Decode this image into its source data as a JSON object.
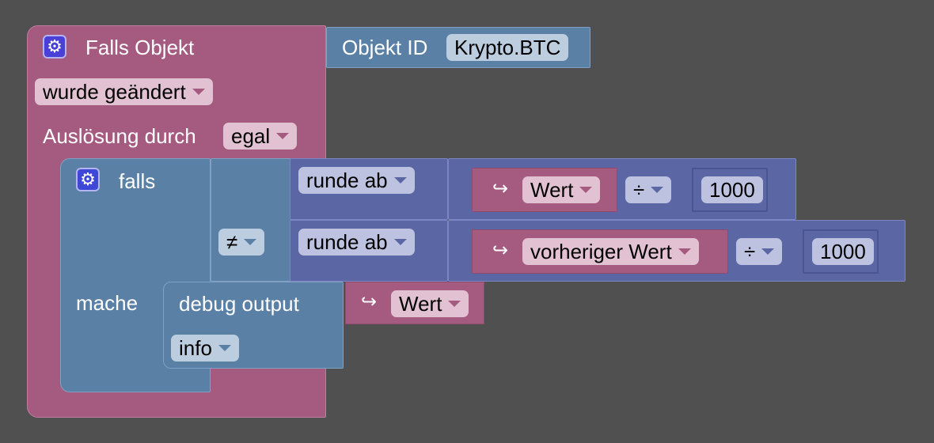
{
  "event_block": {
    "title": "Falls Objekt",
    "mode_dropdown": "wurde geändert",
    "trigger_label": "Auslösung durch",
    "trigger_dropdown": "egal",
    "gear_icon": "gear-icon"
  },
  "object_id_block": {
    "label": "Objekt ID",
    "value": "Krypto.BTC"
  },
  "if_block": {
    "label": "falls",
    "do_label": "mache",
    "gear_icon": "gear-icon"
  },
  "compare_block": {
    "operator": "≠"
  },
  "round_block_1": {
    "function": "runde ab",
    "variable": "Wert",
    "operator": "÷",
    "divisor": "1000",
    "var_icon": "↪"
  },
  "round_block_2": {
    "function": "runde ab",
    "variable": "vorheriger Wert",
    "operator": "÷",
    "divisor": "1000",
    "var_icon": "↪"
  },
  "debug_block": {
    "label": "debug output",
    "variable": "Wert",
    "level": "info",
    "var_icon": "↪"
  },
  "colors": {
    "event": "#a55b80",
    "logic": "#5b80a5",
    "math": "#5b67a5",
    "background": "#505050",
    "gear_bg": "#4a3fd6"
  }
}
